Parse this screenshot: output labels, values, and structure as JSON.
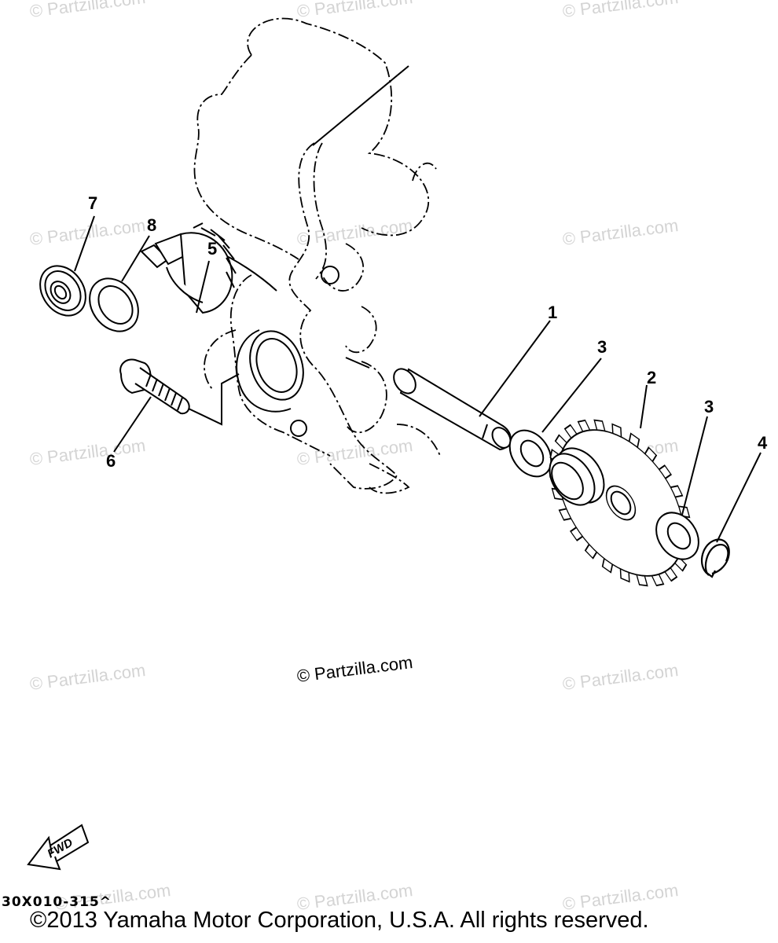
{
  "watermark_text": "© Partzilla.com",
  "center_watermark_text": "© Partzilla.com",
  "callouts": [
    "1",
    "2",
    "3",
    "3",
    "4",
    "5",
    "6",
    "7",
    "8"
  ],
  "fwd_label": "FWD",
  "diagram_code": "30X010-315^",
  "copyright": "©2013 Yamaha Motor Corporation, U.S.A. All rights reserved.",
  "colors": {
    "line": "#000000",
    "watermark": "#d4d4d4",
    "background": "#ffffff"
  }
}
